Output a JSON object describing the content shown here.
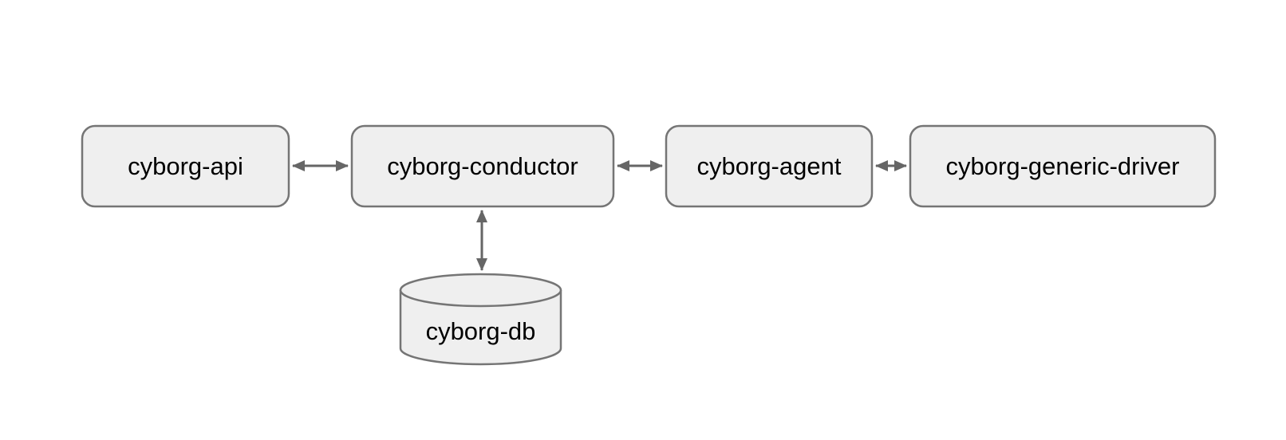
{
  "diagram": {
    "description": "Cyborg service architecture diagram",
    "nodes": {
      "api": {
        "label": "cyborg-api",
        "shape": "rounded-rectangle"
      },
      "conductor": {
        "label": "cyborg-conductor",
        "shape": "rounded-rectangle"
      },
      "agent": {
        "label": "cyborg-agent",
        "shape": "rounded-rectangle"
      },
      "generic_driver": {
        "label": "cyborg-generic-driver",
        "shape": "rounded-rectangle"
      },
      "db": {
        "label": "cyborg-db",
        "shape": "database-cylinder"
      }
    },
    "edges": [
      {
        "from": "cyborg-api",
        "to": "cyborg-conductor",
        "direction": "bidirectional"
      },
      {
        "from": "cyborg-conductor",
        "to": "cyborg-agent",
        "direction": "bidirectional"
      },
      {
        "from": "cyborg-agent",
        "to": "cyborg-generic-driver",
        "direction": "bidirectional"
      },
      {
        "from": "cyborg-conductor",
        "to": "cyborg-db",
        "direction": "bidirectional"
      }
    ],
    "colors": {
      "node_fill": "#efefef",
      "node_border": "#757575",
      "arrow": "#666666",
      "text": "#000000",
      "background": "#ffffff"
    }
  }
}
